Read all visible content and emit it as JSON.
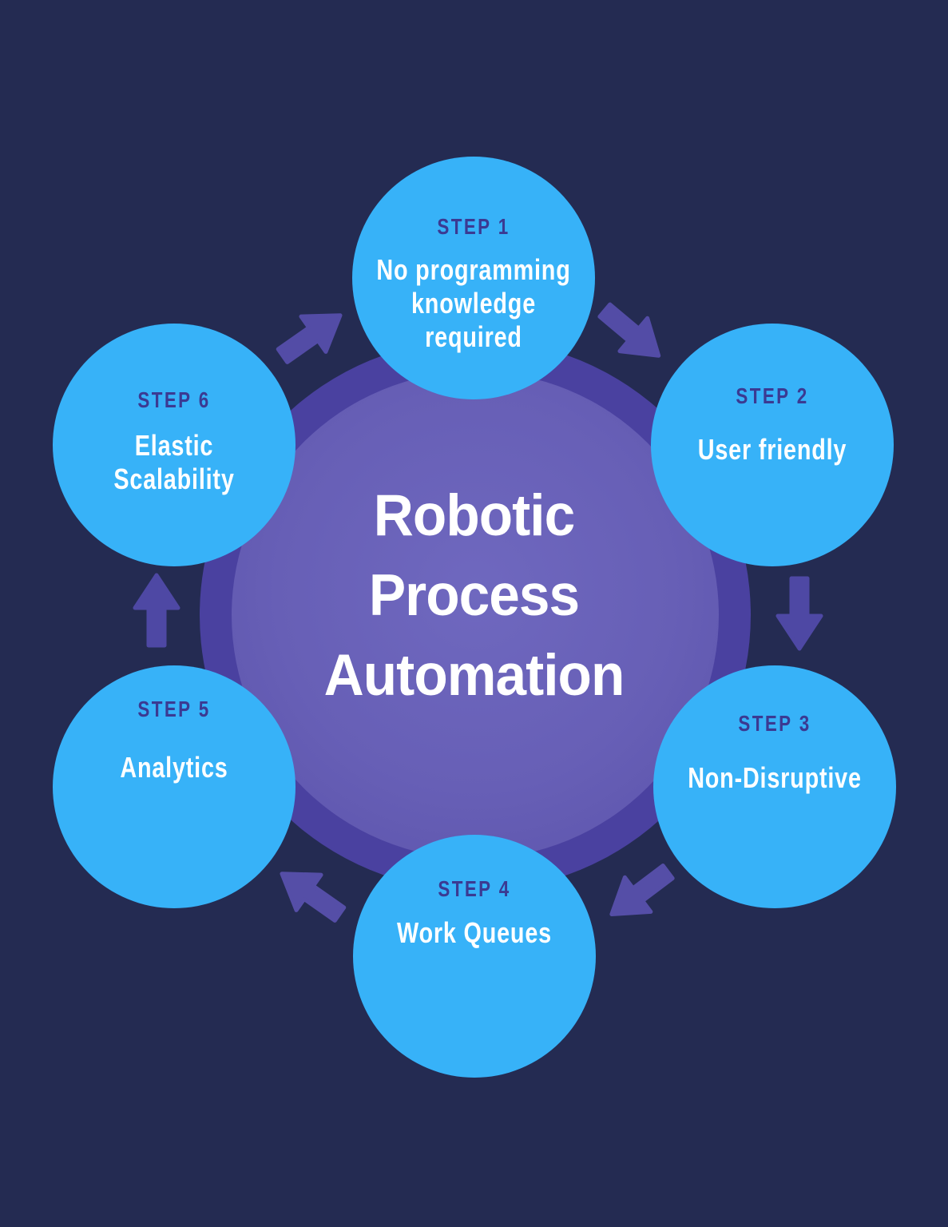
{
  "title": "Robotic Process Automation Infographic",
  "colors": {
    "background": "#242B52",
    "node_blue": "#37B2F8",
    "outer_ring_purple": "#4A41A0",
    "inner_circle_purple": "#675FB6",
    "arrow_purple": "#534CA6",
    "step_label_indigo": "#3B3A92",
    "text_white": "#FFFFFF"
  },
  "center": {
    "title_lines": "Robotic\nProcess\nAutomation"
  },
  "steps": [
    {
      "label": "STEP 1",
      "text": "No programming\nknowledge\nrequired"
    },
    {
      "label": "STEP 2",
      "text": "User friendly"
    },
    {
      "label": "STEP 3",
      "text": "Non-Disruptive"
    },
    {
      "label": "STEP 4",
      "text": "Work Queues"
    },
    {
      "label": "STEP 5",
      "text": "Analytics"
    },
    {
      "label": "STEP 6",
      "text": "Elastic\nScalability"
    }
  ],
  "arrows": [
    {
      "name": "arrow-step6-to-step1",
      "direction": "up-right"
    },
    {
      "name": "arrow-step1-to-step2",
      "direction": "down-right"
    },
    {
      "name": "arrow-step2-to-step3",
      "direction": "down"
    },
    {
      "name": "arrow-step3-to-step4",
      "direction": "down-left"
    },
    {
      "name": "arrow-step4-to-step5",
      "direction": "up-left"
    },
    {
      "name": "arrow-step5-to-step6",
      "direction": "up"
    }
  ]
}
